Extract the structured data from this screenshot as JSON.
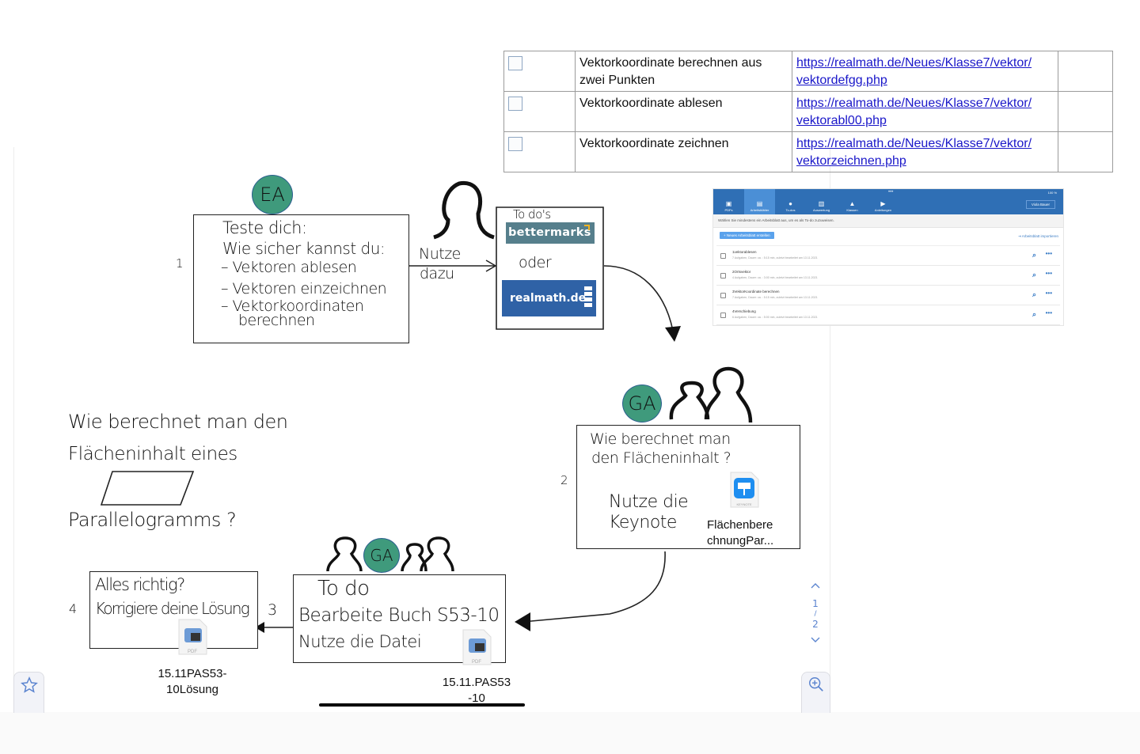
{
  "link_table": {
    "rows": [
      {
        "text": "Vektorkoordinate berechnen aus zwei Punkten",
        "url_line1": "https://realmath.de/Neues/Klasse7/vektor/",
        "url_line2": "vektordefgg.php"
      },
      {
        "text": "Vektorkoordinate ablesen",
        "url_line1": "https://realmath.de/Neues/Klasse7/vektor/",
        "url_line2": "vektorabl00.php"
      },
      {
        "text": "Vektorkoordinate zeichnen",
        "url_line1": "https://realmath.de/Neues/Klasse7/vektor/",
        "url_line2": "vektorzeichnen.php"
      }
    ]
  },
  "app_screenshot": {
    "status": "100 %",
    "dots": "•••",
    "nav": [
      {
        "label": "PDFs",
        "icon": "pdf-icon"
      },
      {
        "label": "Arbeitsblätter",
        "icon": "worksheet-icon",
        "active": true
      },
      {
        "label": "To-dos",
        "icon": "alert-icon"
      },
      {
        "label": "Auswertung",
        "icon": "chart-icon"
      },
      {
        "label": "Klassen",
        "icon": "person-icon"
      },
      {
        "label": "Anleitungen",
        "icon": "video-icon"
      }
    ],
    "user": "Viola Bauer",
    "hint": "Wählen Sie mindestens ein Arbeitsblatt aus, um es als To-do zuzuweisen.",
    "new_button": "+  Neues Arbeitsblatt erstellen",
    "import_button": "⇥  Arbeitsblatt importieren",
    "rows": [
      {
        "title": "1vektorablesen",
        "sub": "7 Aufgaben, Dauer: ca. : 5:15 min, zuletzt bearbeitet am 13.11.2021"
      },
      {
        "title": "2Ortsvektor",
        "sub": "4 Aufgaben, Dauer: ca. : 3:00 min, zuletzt bearbeitet am 13.11.2021"
      },
      {
        "title": "3VektorKoordinate berechnen",
        "sub": "7 Aufgaben, Dauer: ca. : 5:15 min, zuletzt bearbeitet am 13.11.2021"
      },
      {
        "title": "4Verschiebung",
        "sub": "6 Aufgaben, Dauer: ca. : 5:00 min, zuletzt bearbeitet am 13.11.2021"
      }
    ]
  },
  "board": {
    "step1": {
      "number": "1",
      "badge": "EA",
      "lines": [
        "Teste dich:",
        "Wie sicher kannst du:",
        "– Vektoren ablesen",
        "– Vektoren einzeichnen",
        "– Vektorkoordinaten",
        "berechnen"
      ]
    },
    "arrow_label": [
      "Nutze",
      "dazu"
    ],
    "todos_box": {
      "title": "To do's",
      "logo1": "bettermarks",
      "or": "oder",
      "logo2": "realmath.de"
    },
    "step2": {
      "number": "2",
      "badge": "GA",
      "lines": [
        "Wie berechnet man",
        "den Flächeninhalt ?"
      ],
      "hint": [
        "Nutze die",
        "Keynote"
      ],
      "file_label": [
        "Flächenbere",
        "chnungPar..."
      ],
      "file_type": "KEYNOTE"
    },
    "question": {
      "lines": [
        "Wie berechnet man den",
        "Flächeninhalt eines",
        "Parallelogramms ?"
      ]
    },
    "step3": {
      "number": "3",
      "badge": "GA",
      "lines": [
        "To do",
        "Bearbeite Buch S53-10",
        "Nutze die Datei"
      ],
      "file_label": [
        "15.11.PAS53",
        "-10"
      ],
      "file_type": "PDF"
    },
    "step4": {
      "number": "4",
      "lines": [
        "Alles richtig?",
        "Korrigiere deine Lösung"
      ],
      "file_label": [
        "15.11PAS53-",
        "10Lösung"
      ],
      "file_type": "PDF"
    }
  },
  "viewer": {
    "page_current": "1",
    "page_sep": "/",
    "page_total": "2",
    "colors": {
      "accent": "#5b84cf",
      "badge": "#3f9a7c",
      "app_header": "#2f6fb5"
    }
  }
}
